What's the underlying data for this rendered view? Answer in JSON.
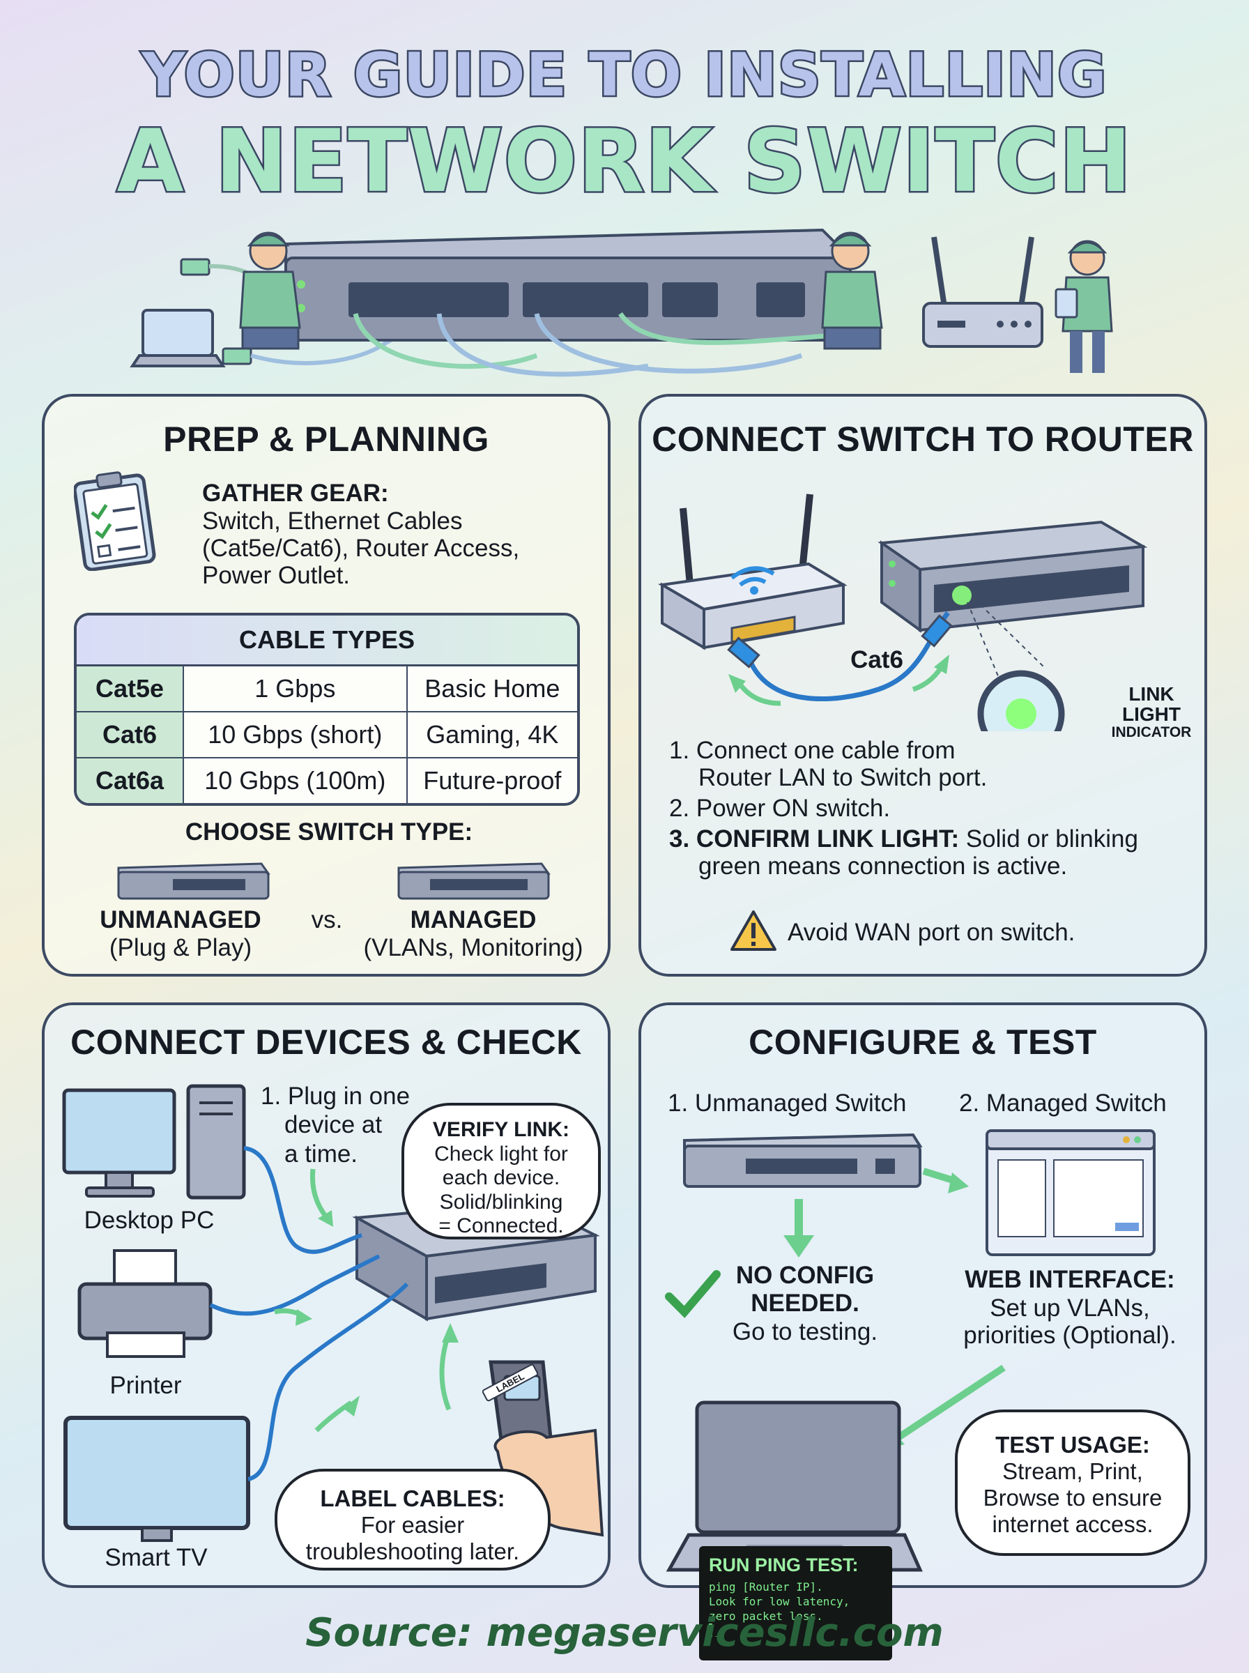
{
  "title": {
    "line1": "YOUR GUIDE TO INSTALLING",
    "line2": "A NETWORK SWITCH"
  },
  "prep": {
    "heading": "PREP & PLANNING",
    "gear_label": "GATHER GEAR:",
    "gear_lines": [
      "Switch, Ethernet Cables",
      "(Cat5e/Cat6), Router Access,",
      "Power Outlet."
    ],
    "cable_table": {
      "header": "CABLE TYPES",
      "rows": [
        [
          "Cat5e",
          "1 Gbps",
          "Basic Home"
        ],
        [
          "Cat6",
          "10 Gbps (short)",
          "Gaming, 4K"
        ],
        [
          "Cat6a",
          "10 Gbps (100m)",
          "Future-proof"
        ]
      ]
    },
    "choose_label": "CHOOSE SWITCH TYPE:",
    "unmanaged_label": "UNMANAGED",
    "unmanaged_sub": "(Plug & Play)",
    "vs": "vs.",
    "managed_label": "MANAGED",
    "managed_sub": "(VLANs, Monitoring)"
  },
  "router": {
    "heading": "CONNECT SWITCH TO ROUTER",
    "cable_label": "Cat6",
    "link_light_lines": [
      "LINK",
      "LIGHT",
      "INDICATOR"
    ],
    "step1_lines": [
      "Connect one cable from",
      "Router LAN to Switch port."
    ],
    "step2": "Power ON switch.",
    "step3_bold": "CONFIRM LINK LIGHT:",
    "step3_rest": " Solid or blinking",
    "step3_line2": "green means connection is active.",
    "warning": "Avoid WAN port on switch."
  },
  "devices": {
    "heading": "CONNECT DEVICES & CHECK",
    "plug_lines": [
      "1. Plug in one",
      "device at",
      "a time."
    ],
    "desktop_label": "Desktop PC",
    "printer_label": "Printer",
    "tv_label": "Smart TV",
    "verify_title": "VERIFY LINK:",
    "verify_lines": [
      "Check light for",
      "each device.",
      "Solid/blinking",
      "= Connected."
    ],
    "tester_tag": "LABEL",
    "label_title": "LABEL CABLES:",
    "label_lines": [
      "For easier",
      "troubleshooting later."
    ]
  },
  "configure": {
    "heading": "CONFIGURE & TEST",
    "unmanaged_title": "1. Unmanaged Switch",
    "managed_title": "2. Managed Switch",
    "no_config_lines": [
      "NO CONFIG",
      "NEEDED."
    ],
    "go_testing": "Go to testing.",
    "web_title": "WEB INTERFACE:",
    "web_lines": [
      "Set up VLANs,",
      "priorities (Optional)."
    ],
    "ping_title": "RUN PING TEST:",
    "ping_lines": [
      "ping [Router IP].",
      "Look for low latency,",
      "zero packet loss."
    ],
    "cursor": "▌_",
    "usage_title": "TEST USAGE:",
    "usage_lines": [
      "Stream, Print,",
      "Browse to ensure",
      "internet access."
    ]
  },
  "source": "Source: megaservicesllc.com"
}
